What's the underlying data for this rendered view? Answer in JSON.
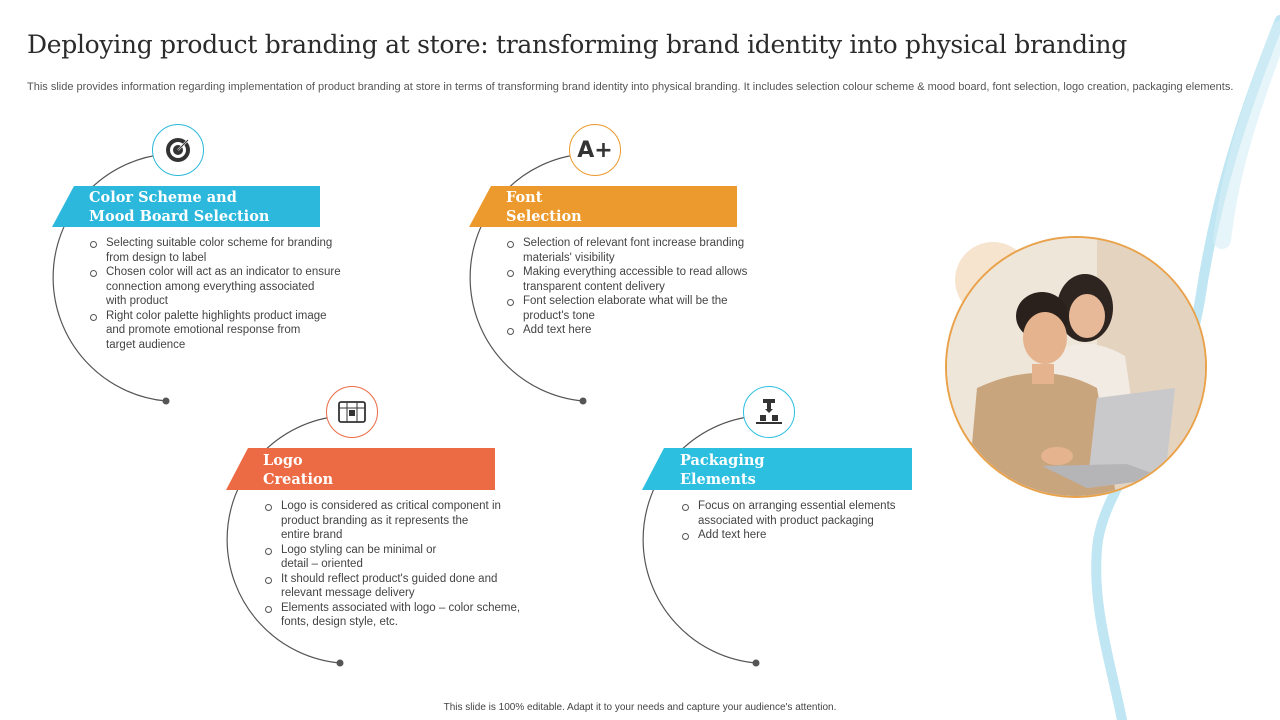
{
  "title": "Deploying product branding at store: transforming brand identity into physical branding",
  "subtitle": "This slide provides information regarding implementation of product branding at store in terms of transforming brand identity into physical branding. It includes selection colour scheme & mood board, font selection, logo creation, packaging elements.",
  "footer": "This slide is 100% editable. Adapt it to your needs and capture your audience's attention.",
  "colors": {
    "blue": "#2cb8dc",
    "orange": "#ec9a2d",
    "coral": "#ec6a44",
    "teal": "#2cbfe0"
  },
  "sections": [
    {
      "heading": [
        "Color Scheme and",
        "Mood Board Selection"
      ],
      "icon": "color-wheel-icon",
      "bullets": [
        [
          "Selecting suitable color scheme for branding",
          "from design to label"
        ],
        [
          "Chosen color will act as an indicator to ensure",
          "connection among everything associated",
          "with product"
        ],
        [
          "Right color palette highlights product image",
          "and promote emotional response from",
          "target audience"
        ]
      ]
    },
    {
      "heading": [
        "Font",
        "Selection"
      ],
      "icon": "font-a-plus-icon",
      "icon_text": "A+",
      "bullets": [
        [
          "Selection of relevant font increase branding",
          "materials' visibility"
        ],
        [
          "Making everything accessible to read allows",
          "transparent content delivery"
        ],
        [
          "Font selection elaborate what will be the",
          "product's tone"
        ],
        [
          "Add text here"
        ]
      ]
    },
    {
      "heading": [
        "Logo",
        "Creation"
      ],
      "icon": "logo-design-icon",
      "bullets": [
        [
          "Logo is considered as critical component in",
          "product branding as it represents the",
          "entire brand"
        ],
        [
          "Logo styling can be minimal or",
          "detail – oriented"
        ],
        [
          "It should reflect product's guided done and",
          "relevant message delivery"
        ],
        [
          "Elements associated with logo – color scheme,",
          "fonts, design style, etc."
        ]
      ]
    },
    {
      "heading": [
        "Packaging",
        "Elements"
      ],
      "icon": "packaging-machine-icon",
      "bullets": [
        [
          "Focus on arranging essential elements",
          "associated with product packaging"
        ],
        [
          "Add text here"
        ]
      ]
    }
  ]
}
